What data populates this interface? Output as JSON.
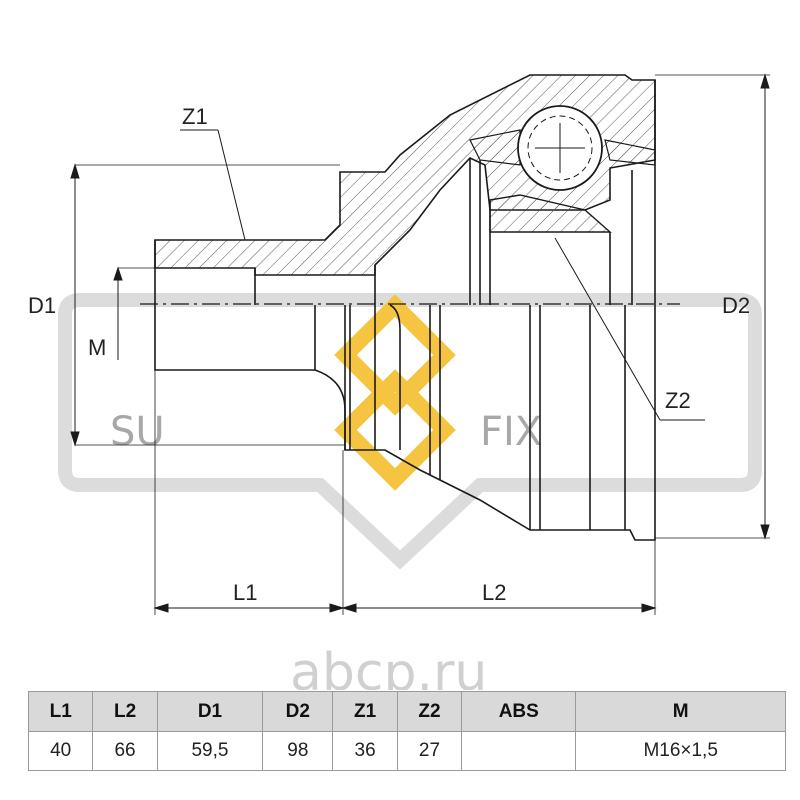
{
  "labels": {
    "z1": "Z1",
    "z2": "Z2",
    "d1": "D1",
    "d2": "D2",
    "m": "M",
    "l1": "L1",
    "l2": "L2"
  },
  "watermark": {
    "text_left": "SU",
    "text_right": "FIX",
    "site": "abcp.ru"
  },
  "colors": {
    "line": "#1a1a1a",
    "hatch": "#555555",
    "watermark_gray": "#c8c8c8",
    "watermark_gold": "#f5c542",
    "header_bg": "#d9d9d9"
  },
  "table": {
    "headers": [
      "L1",
      "L2",
      "D1",
      "D2",
      "Z1",
      "Z2",
      "ABS",
      "M"
    ],
    "values": [
      "40",
      "66",
      "59,5",
      "98",
      "36",
      "27",
      "",
      "M16×1,5"
    ]
  }
}
